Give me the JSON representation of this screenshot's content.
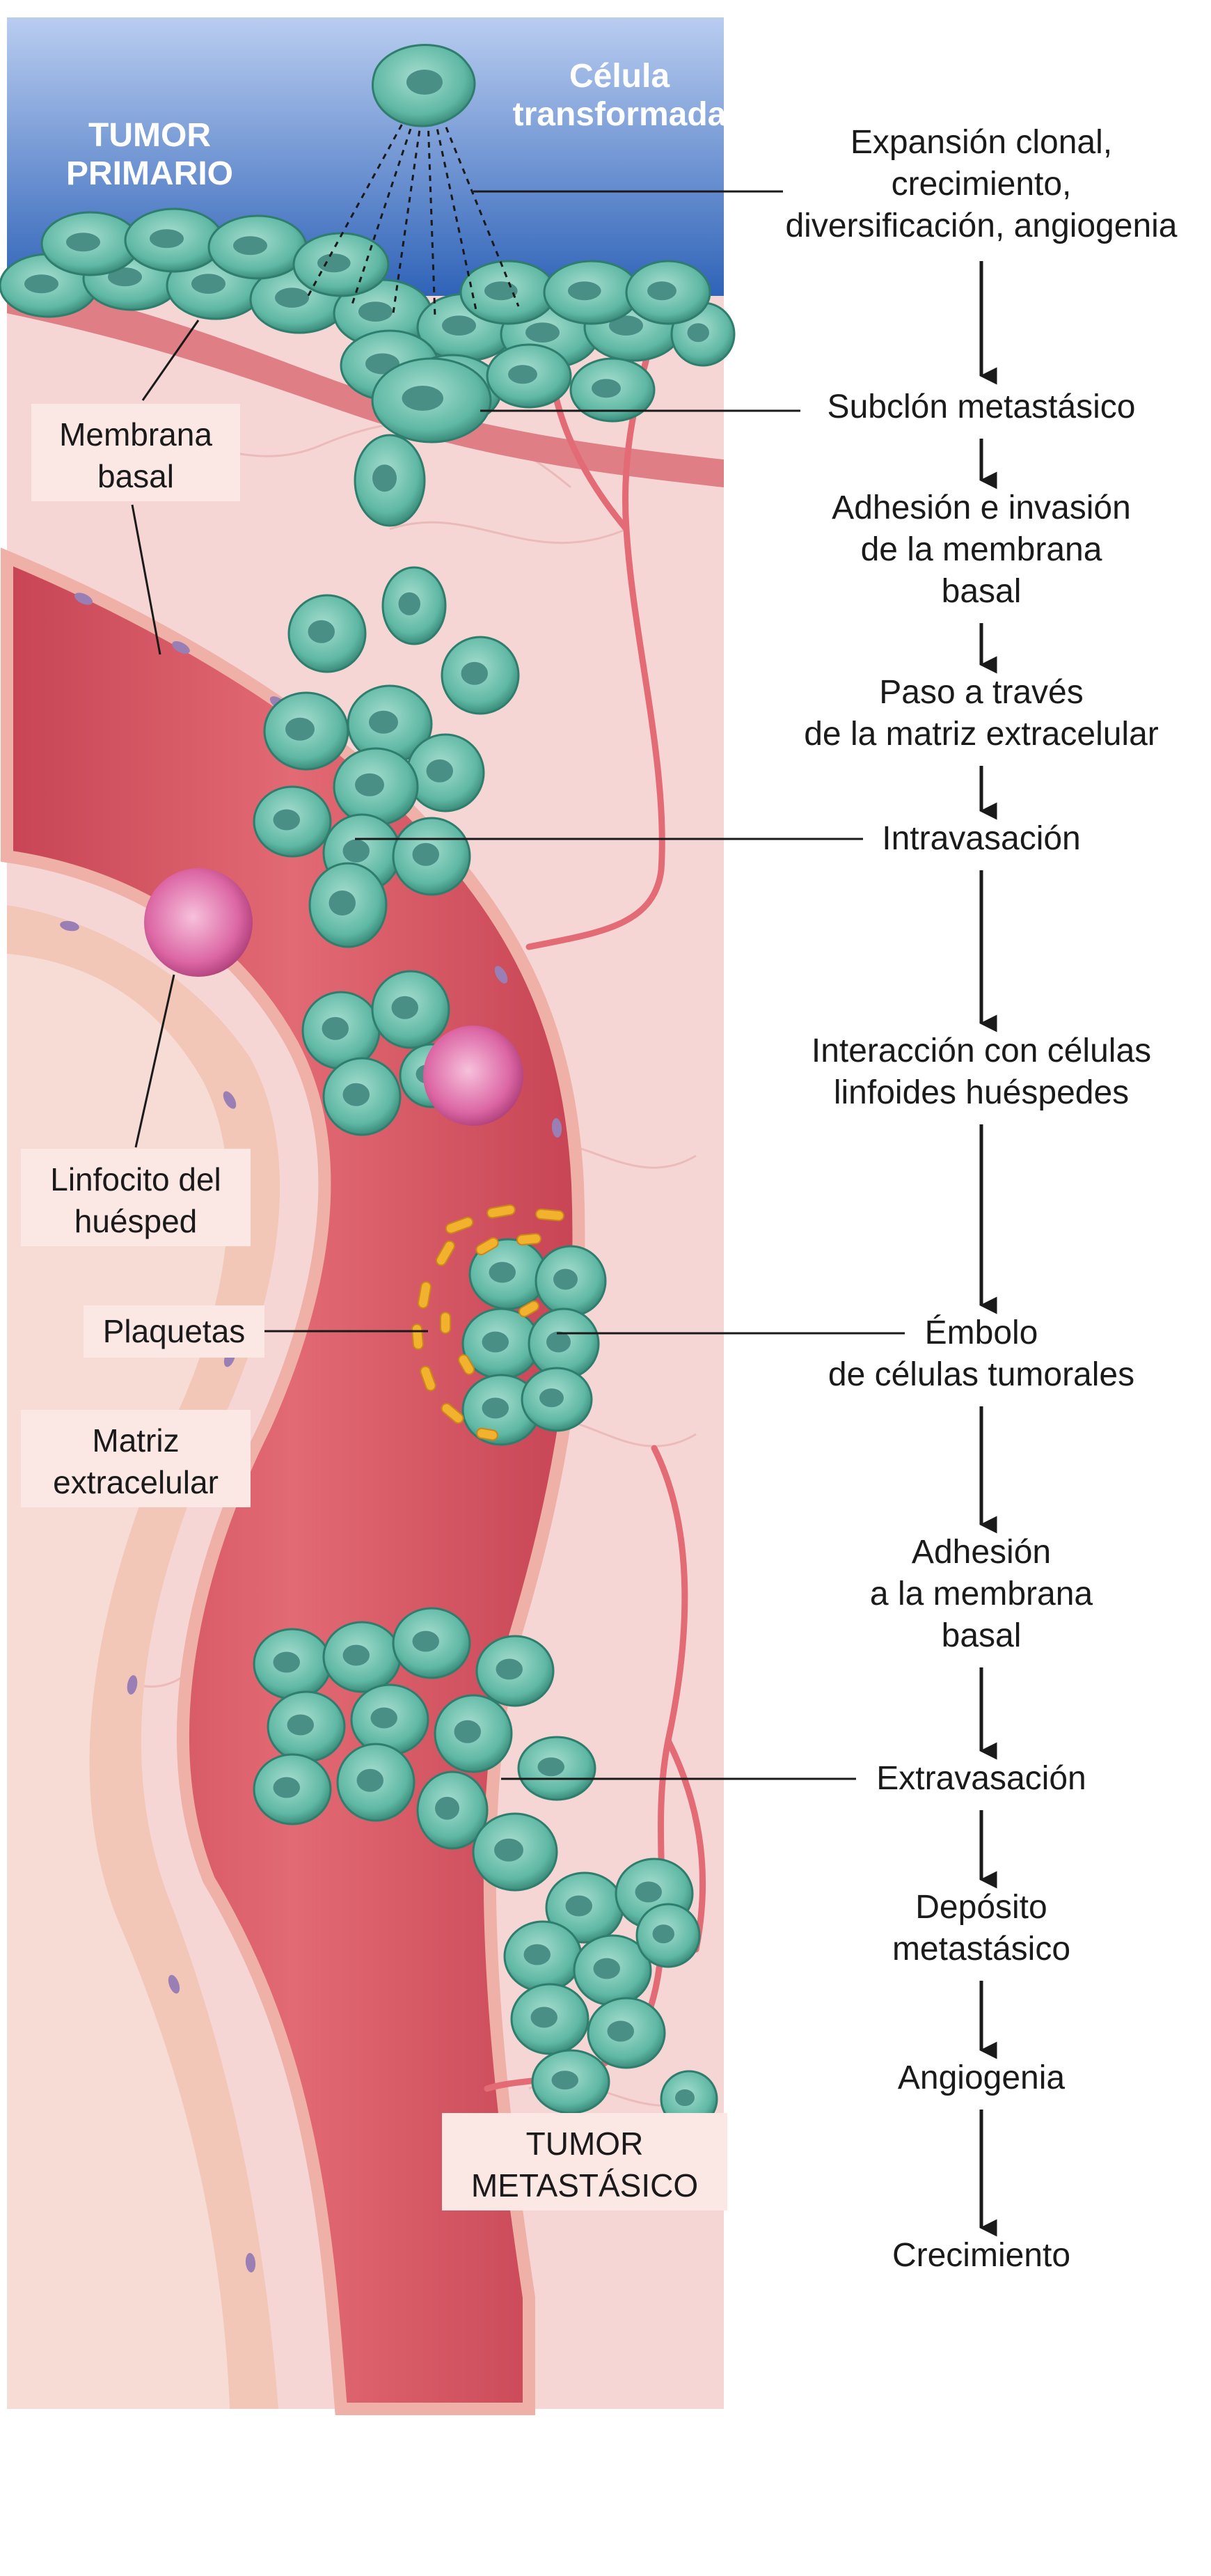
{
  "header": {
    "primary_tumor": [
      "TUMOR",
      "PRIMARIO"
    ],
    "transformed_cell": [
      "Célula",
      "transformada"
    ]
  },
  "labels": {
    "basement_membrane": [
      "Membrana",
      "basal"
    ],
    "host_lymphocyte": [
      "Linfocito del",
      "huésped"
    ],
    "platelets": "Plaquetas",
    "extracellular_matrix": [
      "Matriz",
      "extracelular"
    ],
    "metastatic_tumor": [
      "TUMOR",
      "METASTÁSICO"
    ]
  },
  "steps": [
    [
      "Expansión clonal,",
      "crecimiento,",
      "diversificación, angiogenia"
    ],
    [
      "Subclón metastásico"
    ],
    [
      "Adhesión e invasión",
      "de la membrana",
      "basal"
    ],
    [
      "Paso a través",
      "de la matriz extracelular"
    ],
    [
      "Intravasación"
    ],
    [
      "Interacción con células",
      "linfoides huéspedes"
    ],
    [
      "Émbolo",
      "de células tumorales"
    ],
    [
      "Adhesión",
      "a la membrana",
      "basal"
    ],
    [
      "Extravasación"
    ],
    [
      "Depósito",
      "metastásico"
    ],
    [
      "Angiogenia"
    ],
    [
      "Crecimiento"
    ]
  ],
  "colors": {
    "tissue_blue": "#3f73c4",
    "tumor_cell": "#5fb8a4",
    "blood_vessel": "#d9525f",
    "matrix": "#f6d6d4",
    "lymphocyte": "#d9569a",
    "platelet": "#f2b22d"
  }
}
